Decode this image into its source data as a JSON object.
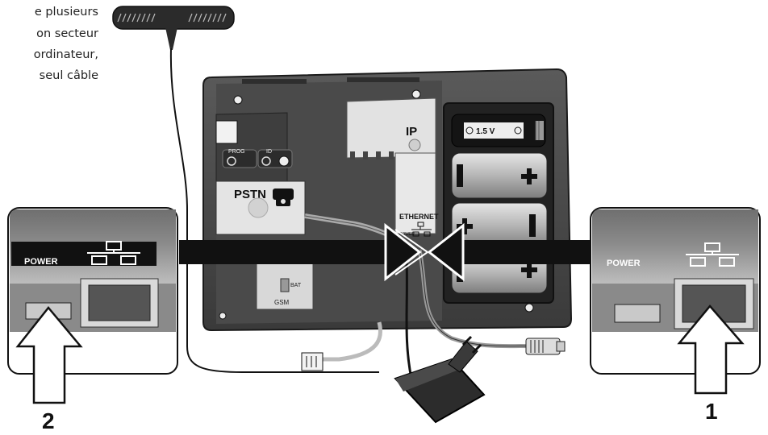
{
  "intro_text": {
    "line1": "e plusieurs",
    "line2": "on secteur",
    "line3": "ordinateur,",
    "line4": "seul câble"
  },
  "device_labels": {
    "prog": "PROG",
    "id": "ID",
    "ip": "IP",
    "pstn": "PSTN",
    "ethernet": "ETHERNET",
    "power_small": "POWER",
    "gsm": "GSM",
    "bat": "BAT",
    "battery_voltage": "1.5 V"
  },
  "callouts": {
    "left": {
      "power_label": "POWER",
      "step_number": "2"
    },
    "right": {
      "power_label": "POWER",
      "step_number": "1"
    }
  },
  "icons": {
    "network": "network-icon",
    "phone": "telephone-icon",
    "plus": "plus-sign",
    "minus": "minus-sign"
  }
}
